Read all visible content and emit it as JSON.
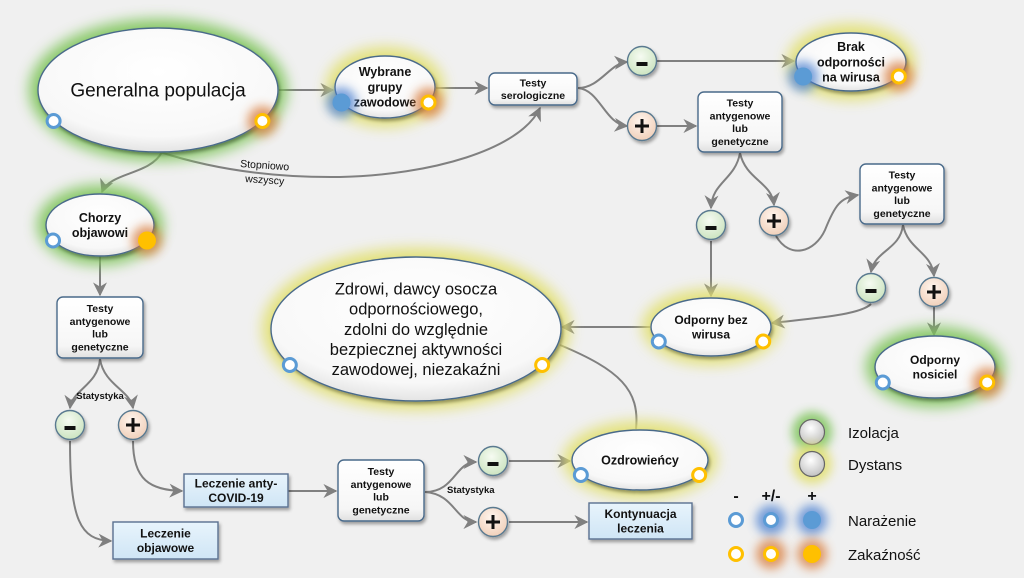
{
  "diagram": {
    "title": "",
    "nodes": {
      "general_population": {
        "lines": [
          "Generalna populacja"
        ],
        "status": "Izolacja",
        "exposure": "-",
        "infectivity": "+/-"
      },
      "selected_groups": {
        "lines": [
          "Wybrane",
          "grupy",
          "zawodowe"
        ],
        "status": "Dystans",
        "exposure": "+",
        "infectivity": "+/-"
      },
      "serology_tests": {
        "lines": [
          "Testy",
          "serologiczne"
        ]
      },
      "sero_minus": {
        "sign": "-"
      },
      "sero_plus": {
        "sign": "+"
      },
      "no_immunity": {
        "lines": [
          "Brak",
          "odporności",
          "na wirusa"
        ],
        "status": "Dystans",
        "exposure": "+",
        "infectivity": "+/-"
      },
      "antigen_tests_1": {
        "lines": [
          "Testy",
          "antygenowe",
          "lub",
          "genetyczne"
        ]
      },
      "ag1_minus": {
        "sign": "-"
      },
      "ag1_plus": {
        "sign": "+"
      },
      "antigen_tests_2": {
        "lines": [
          "Testy",
          "antygenowe",
          "lub",
          "genetyczne"
        ]
      },
      "ag2_minus": {
        "sign": "-"
      },
      "ag2_plus": {
        "sign": "+"
      },
      "immune_no_virus": {
        "lines": [
          "Odporny bez",
          "wirusa"
        ],
        "status": "Dystans",
        "exposure": "-",
        "infectivity": "-"
      },
      "immune_carrier": {
        "lines": [
          "Odporny",
          "nosiciel"
        ],
        "status": "Izolacja",
        "exposure": "-",
        "infectivity": "+/-"
      },
      "healthy_donors": {
        "lines": [
          "Zdrowi, dawcy osocza",
          "odpornościowego,",
          "zdolni do względnie",
          "bezpiecznej aktywności",
          "zawodowej, niezakaźni"
        ],
        "status": "Dystans",
        "exposure": "-",
        "infectivity": "-"
      },
      "symptomatic": {
        "lines": [
          "Chorzy",
          "objawowi"
        ],
        "status": "Izolacja",
        "exposure": "-",
        "infectivity": "+"
      },
      "antigen_tests_3": {
        "lines": [
          "Testy",
          "antygenowe",
          "lub",
          "genetyczne"
        ]
      },
      "ag3_minus": {
        "sign": "-"
      },
      "ag3_plus": {
        "sign": "+"
      },
      "symptomatic_treatment": {
        "lines": [
          "Leczenie",
          "objawowe"
        ]
      },
      "anti_covid_treatment": {
        "lines": [
          "Leczenie anty-",
          "COVID-19"
        ]
      },
      "antigen_tests_4": {
        "lines": [
          "Testy",
          "antygenowe",
          "lub",
          "genetyczne"
        ]
      },
      "ag4_minus": {
        "sign": "-"
      },
      "ag4_plus": {
        "sign": "+"
      },
      "convalescents": {
        "lines": [
          "Ozdrowieńcy"
        ],
        "status": "Dystans",
        "exposure": "-",
        "infectivity": "-"
      },
      "continue_treatment": {
        "lines": [
          "Kontynuacja",
          "leczenia"
        ]
      }
    },
    "edge_labels": {
      "gradually_all": [
        "Stopniowo",
        "wszyscy"
      ],
      "statistics_1": "Statystyka",
      "statistics_2": "Statystyka"
    }
  },
  "legend": {
    "status": [
      {
        "label": "Izolacja",
        "color": "#7ec45a"
      },
      {
        "label": "Dystans",
        "color": "#e2e070"
      }
    ],
    "levels": [
      "-",
      "+/-",
      "+"
    ],
    "rows": [
      {
        "label": "Narażenie",
        "color": "#5b9bd5"
      },
      {
        "label": "Zakaźność",
        "color": "#ffc000"
      }
    ]
  },
  "colors": {
    "background": "#f0f0f0",
    "isolation_glow": "#7ec45a",
    "distance_glow": "#e2e070",
    "exposure": "#5b9bd5",
    "exposure_glow": "#4a7fd0",
    "infectivity": "#ffc000",
    "infectivity_glow": "#d97c3a",
    "node_border": "#4a6a8a",
    "edge": "#808080",
    "minus_fill": "#dff0d8",
    "plus_fill": "#fbe3d3",
    "treatment_fill": "#dbeefa"
  }
}
